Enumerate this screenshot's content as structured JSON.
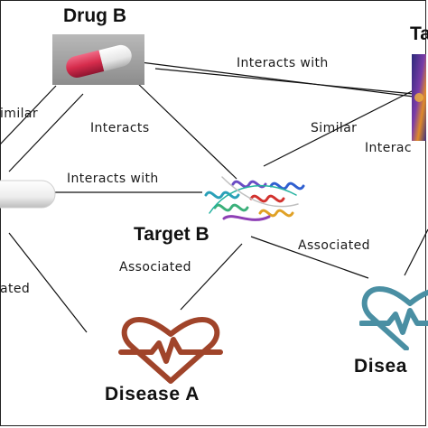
{
  "nodes": {
    "drug_b": "Drug B",
    "target_a_partial": "Ta",
    "target_b": "Target B",
    "disease_a": "Disease A",
    "disease_b_partial": "Disea"
  },
  "edges": {
    "drugb_targeta": "Interacts with",
    "druga_drugb_similar": "imilar",
    "drugb_druga_interacts": "Interacts",
    "targetb_targeta_similar": "Similar",
    "targeta_targetb_interacts": "Interac",
    "druga_targetb": "Interacts with",
    "targetb_diseaseb": "Associated",
    "targetb_diseasea": "Associated",
    "druga_diseasea": "ated"
  },
  "colors": {
    "disease_a_icon": "#a0442a",
    "disease_b_icon": "#4a8fa3",
    "pill_red": "#d62c4c",
    "pill_white": "#eeeeee"
  },
  "icons": {
    "drug_b": "capsule-pill-icon",
    "drug_a": "white-pill-icon",
    "target_b": "protein-structure-icon",
    "target_a": "protein-image-icon",
    "disease_a": "heart-pulse-icon",
    "disease_b": "heart-pulse-icon"
  }
}
